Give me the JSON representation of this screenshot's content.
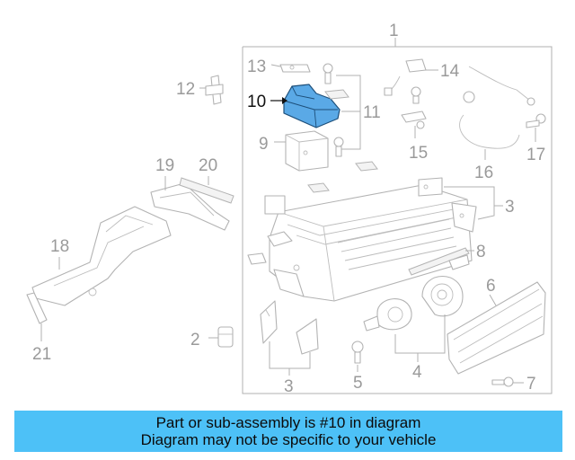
{
  "diagram": {
    "highlight_color": "#5aa9e6",
    "callouts": {
      "c1": "1",
      "c2": "2",
      "c3a": "3",
      "c3b": "3",
      "c4": "4",
      "c5": "5",
      "c6": "6",
      "c7": "7",
      "c8": "8",
      "c9": "9",
      "c10": "10",
      "c11": "11",
      "c12": "12",
      "c13": "13",
      "c14": "14",
      "c15": "15",
      "c16": "16",
      "c17": "17",
      "c18": "18",
      "c19": "19",
      "c20": "20",
      "c21": "21"
    },
    "highlighted_callout": "10"
  },
  "banner": {
    "line1": "Part or sub-assembly is #10 in diagram",
    "line2": "Diagram may not be specific to your vehicle"
  }
}
